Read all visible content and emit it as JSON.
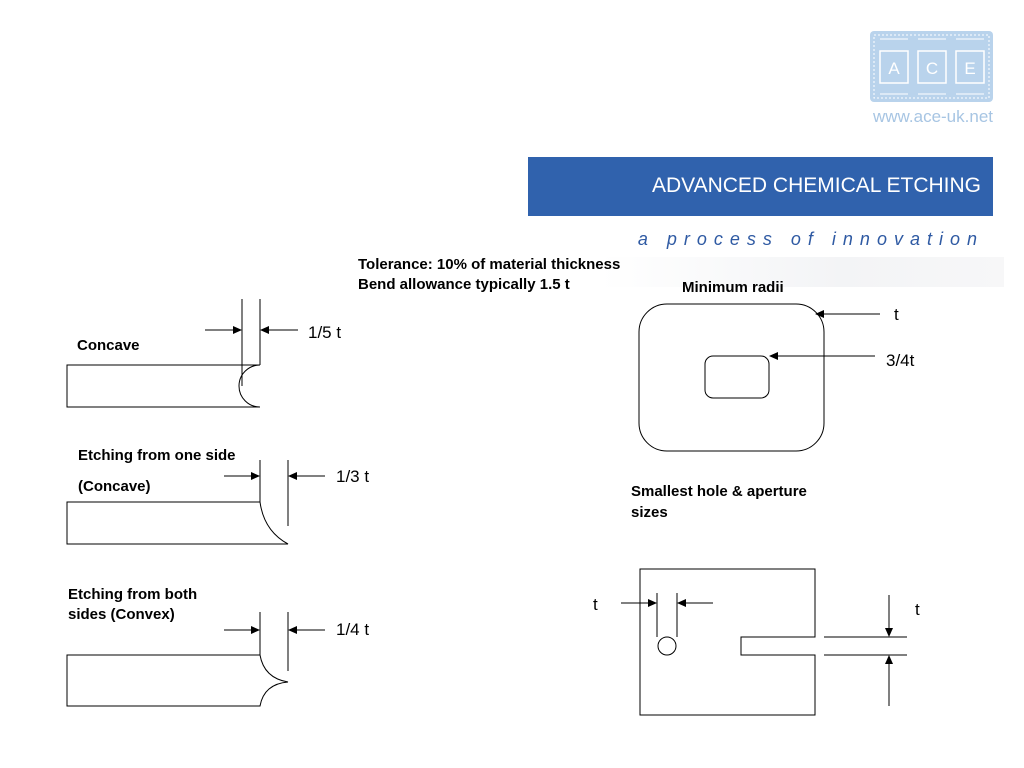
{
  "logo": {
    "letters": [
      "A",
      "C",
      "E"
    ],
    "url": "www.ace-uk.net",
    "color": "#a7c5e3"
  },
  "header": {
    "company": "ADVANCED CHEMICAL ETCHING",
    "tagline": "a process of innovation",
    "band_color": "#3062ad"
  },
  "notes": {
    "tolerance": "Tolerance: 10% of material thickness",
    "bend": "Bend allowance typically  1.5 t"
  },
  "etch_profiles": {
    "concave": {
      "title": "Concave",
      "label": "1/5 t"
    },
    "one_side": {
      "title_1": "Etching from one side",
      "title_2": "(Concave)",
      "label": "1/3 t"
    },
    "both_sides": {
      "title_1": "Etching from both",
      "title_2": "sides (Convex)",
      "label": "1/4 t"
    }
  },
  "radii": {
    "title": "Minimum radii",
    "outer_label": "t",
    "inner_label": "3/4t"
  },
  "holes": {
    "title_1": "Smallest hole & aperture",
    "title_2": "sizes",
    "hole_label": "t",
    "slot_label": "t"
  }
}
